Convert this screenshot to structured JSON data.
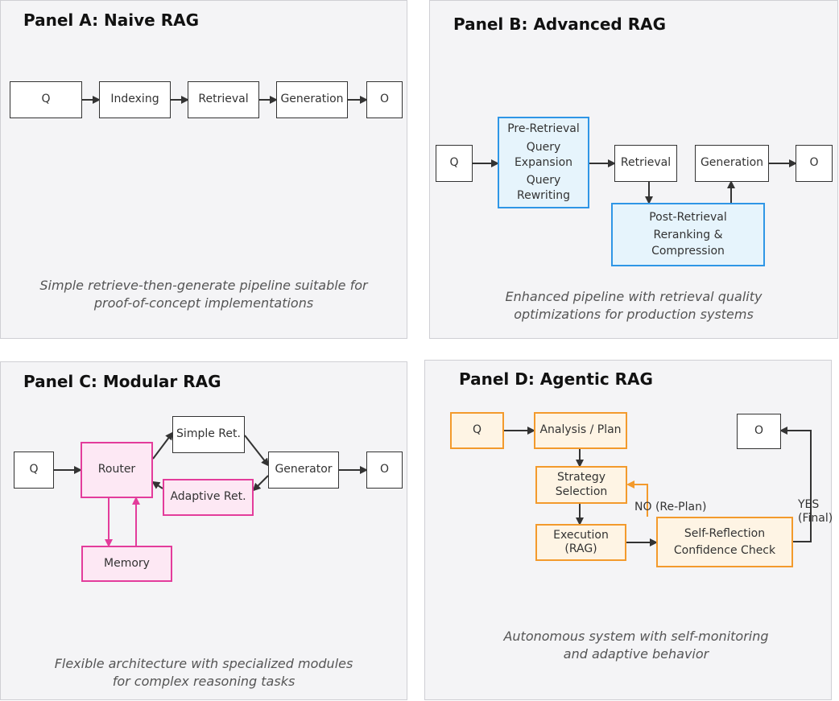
{
  "panel_a": {
    "title": "Panel A: Naive RAG",
    "nodes": {
      "q": "Q",
      "indexing": "Indexing",
      "retrieval": "Retrieval",
      "generation": "Generation",
      "o": "O"
    },
    "caption": [
      "Simple retrieve-then-generate pipeline suitable for",
      "proof-of-concept implementations"
    ]
  },
  "panel_b": {
    "title": "Panel B: Advanced RAG",
    "nodes": {
      "q": "Q",
      "pre_retrieval": [
        "Pre-Retrieval",
        "Query",
        "Expansion",
        "Query",
        "Rewriting"
      ],
      "retrieval": "Retrieval",
      "generation": "Generation",
      "o": "O",
      "post_retrieval": [
        "Post-Retrieval",
        "Reranking &",
        "Compression"
      ]
    },
    "caption": [
      "Enhanced pipeline with retrieval quality",
      "optimizations for production systems"
    ]
  },
  "panel_c": {
    "title": "Panel C: Modular RAG",
    "nodes": {
      "q": "Q",
      "router": "Router",
      "simple_ret": "Simple Ret.",
      "adaptive_ret": "Adaptive Ret.",
      "generator": "Generator",
      "o": "O",
      "memory": "Memory"
    },
    "caption": [
      "Flexible architecture with specialized modules",
      "for complex reasoning tasks"
    ]
  },
  "panel_d": {
    "title": "Panel D: Agentic RAG",
    "nodes": {
      "q": "Q",
      "analysis": "Analysis / Plan",
      "strategy": [
        "Strategy",
        "Selection"
      ],
      "execution": [
        "Execution",
        "(RAG)"
      ],
      "self_reflection": [
        "Self-Reflection",
        "Confidence Check"
      ],
      "o": "O"
    },
    "edge_labels": {
      "no": "NO (Re-Plan)",
      "yes": [
        "YES",
        "(Final)"
      ]
    },
    "caption": [
      "Autonomous system with self-monitoring",
      "and adaptive behavior"
    ]
  },
  "colors": {
    "blue_border": "#2f96e6",
    "pink_border": "#e33c9b",
    "orange_border": "#f39a2c",
    "edge": "#333333"
  }
}
